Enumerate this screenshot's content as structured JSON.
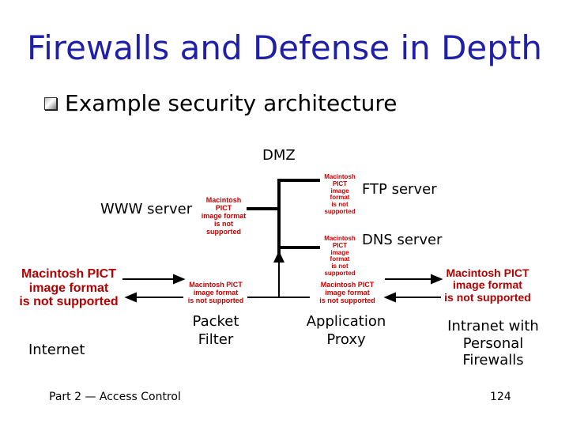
{
  "title": "Firewalls and Defense in Depth",
  "bullet": "Example security architecture",
  "labels": {
    "dmz": "DMZ",
    "www": "WWW server",
    "ftp": "FTP server",
    "dns": "DNS server",
    "internet": "Internet",
    "packet_filter": "Packet\nFilter",
    "app_proxy": "Application\nProxy",
    "intranet": "Intranet with\nPersonal\nFirewalls"
  },
  "placeholder": {
    "line1": "Macintosh PICT",
    "line2": "image format",
    "line3": "is not supported"
  },
  "footer": {
    "left": "Part 2 — Access Control",
    "page": "124"
  },
  "colors": {
    "title": "#1f1fa8",
    "placeholder_text": "#b40000"
  }
}
